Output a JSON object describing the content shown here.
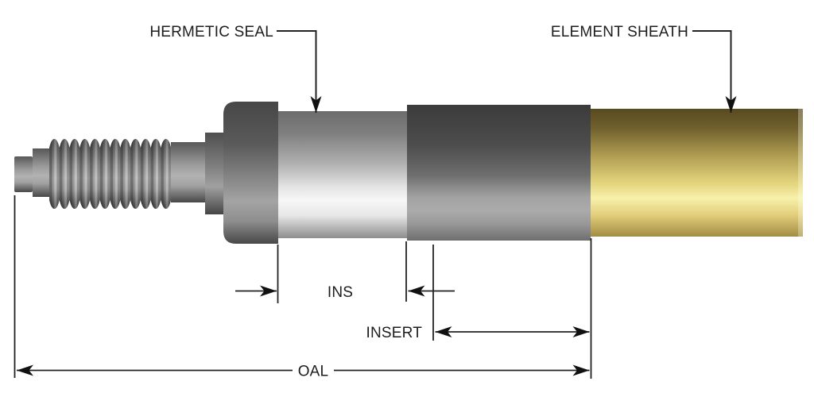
{
  "labels": {
    "hermetic_seal": "HERMETIC SEAL",
    "element_sheath": "ELEMENT SHEATH",
    "ins": "INS",
    "insert": "INSERT",
    "oal": "OAL"
  },
  "colors": {
    "background": "#ffffff",
    "line": "#222222",
    "arrow": "#111111",
    "steel_shadow": "#3b3b3b",
    "steel_highlight": "#f7f7f7",
    "brass_shadow": "#584a20",
    "brass_highlight": "#f7f1ab"
  }
}
